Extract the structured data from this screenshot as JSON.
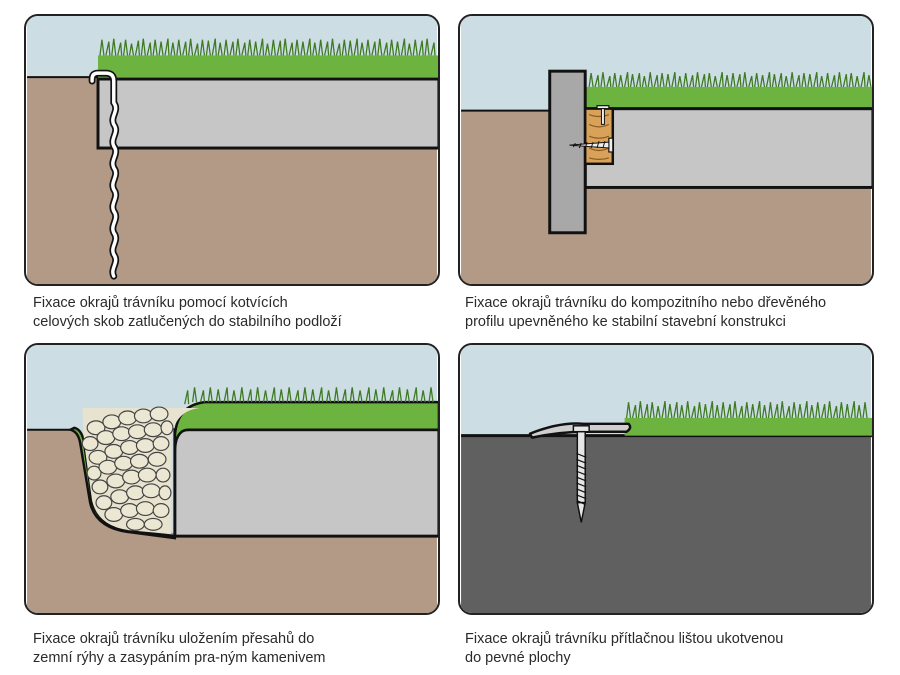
{
  "panels": [
    {
      "id": "staples",
      "caption": [
        "Fixace okrajů trávníku pomocí kotvících",
        "celových skob zatlučených do stabilního podloží"
      ]
    },
    {
      "id": "profile",
      "caption": [
        "Fixace okrajů trávníku do kompozitního nebo dřevěného",
        "profilu upevněného ke stabilní stavební konstrukci"
      ]
    },
    {
      "id": "trench",
      "caption": [
        "Fixace okrajů trávníku uložením přesahů do",
        "zemní rýhy a zasypáním pra-ným kamenivem"
      ]
    },
    {
      "id": "pressure-strip",
      "caption": [
        "Fixace okrajů trávníku přítlačnou lištou ukotvenou",
        "do pevné plochy"
      ]
    }
  ],
  "colors": {
    "soil": "#b39a86",
    "sky": "#ccdde4",
    "base": "#c6c6c6",
    "grass": "#6db33f",
    "grass_dark": "#3e7a22",
    "concrete": "#606060",
    "wood": "#d9a25a",
    "outline": "#111111"
  }
}
